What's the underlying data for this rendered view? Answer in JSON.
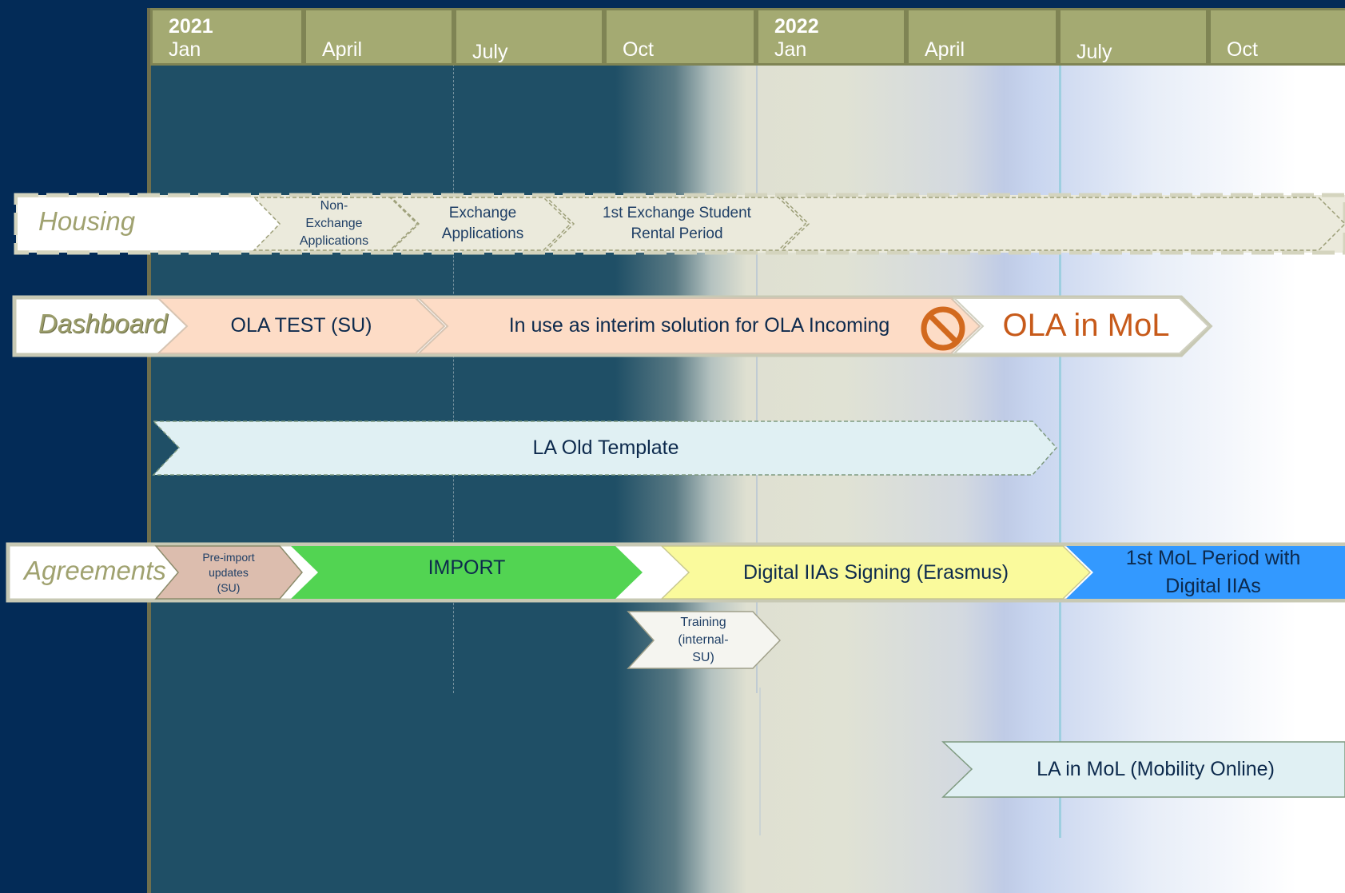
{
  "timeline": {
    "columns": [
      {
        "year": "2021",
        "month": "Jan"
      },
      {
        "year": "",
        "month": "April"
      },
      {
        "year": "",
        "month": "July"
      },
      {
        "year": "",
        "month": "Oct"
      },
      {
        "year": "2022",
        "month": "Jan"
      },
      {
        "year": "",
        "month": "April"
      },
      {
        "year": "",
        "month": "July"
      },
      {
        "year": "",
        "month": "Oct"
      }
    ]
  },
  "rows": {
    "housing": {
      "label": "Housing",
      "phases": [
        "Non-",
        "Exchange",
        "Applications",
        "Exchange",
        "Applications",
        "1st Exchange Student",
        "Rental Period"
      ]
    },
    "dashboard": {
      "label": "Dashboard",
      "ola_test": "OLA TEST (SU)",
      "interim": "In use as interim solution for OLA Incoming",
      "ola_mol": "OLA in MoL"
    },
    "la_old": {
      "label": "LA Old Template"
    },
    "agreements": {
      "label": "Agreements",
      "preimport": [
        "Pre-import",
        "updates",
        "(SU)"
      ],
      "import": "IMPORT",
      "digital_signing": "Digital IIAs Signing (Erasmus)",
      "first_mol": [
        "1st MoL Period with",
        "Digital IIAs"
      ]
    },
    "training": {
      "lines": [
        "Training",
        "(internal-",
        "SU)"
      ]
    },
    "la_mol": {
      "label": "LA in MoL (Mobility Online)"
    }
  },
  "colors": {
    "navy": "#032b57",
    "header_olive": "#a4aa72",
    "label_olive": "#a0a270",
    "dashboard_peach": "#fddcc6",
    "no_sign_orange": "#d2691e",
    "ola_mol_text": "#c75a1a",
    "la_old_fill": "#e0f0f3",
    "preimport_fill": "#dcbdae",
    "import_green": "#52d452",
    "digital_yellow": "#fafa9c",
    "mol_blue": "#3399ff"
  },
  "icons": {
    "prohibition": "no-entry-icon"
  }
}
